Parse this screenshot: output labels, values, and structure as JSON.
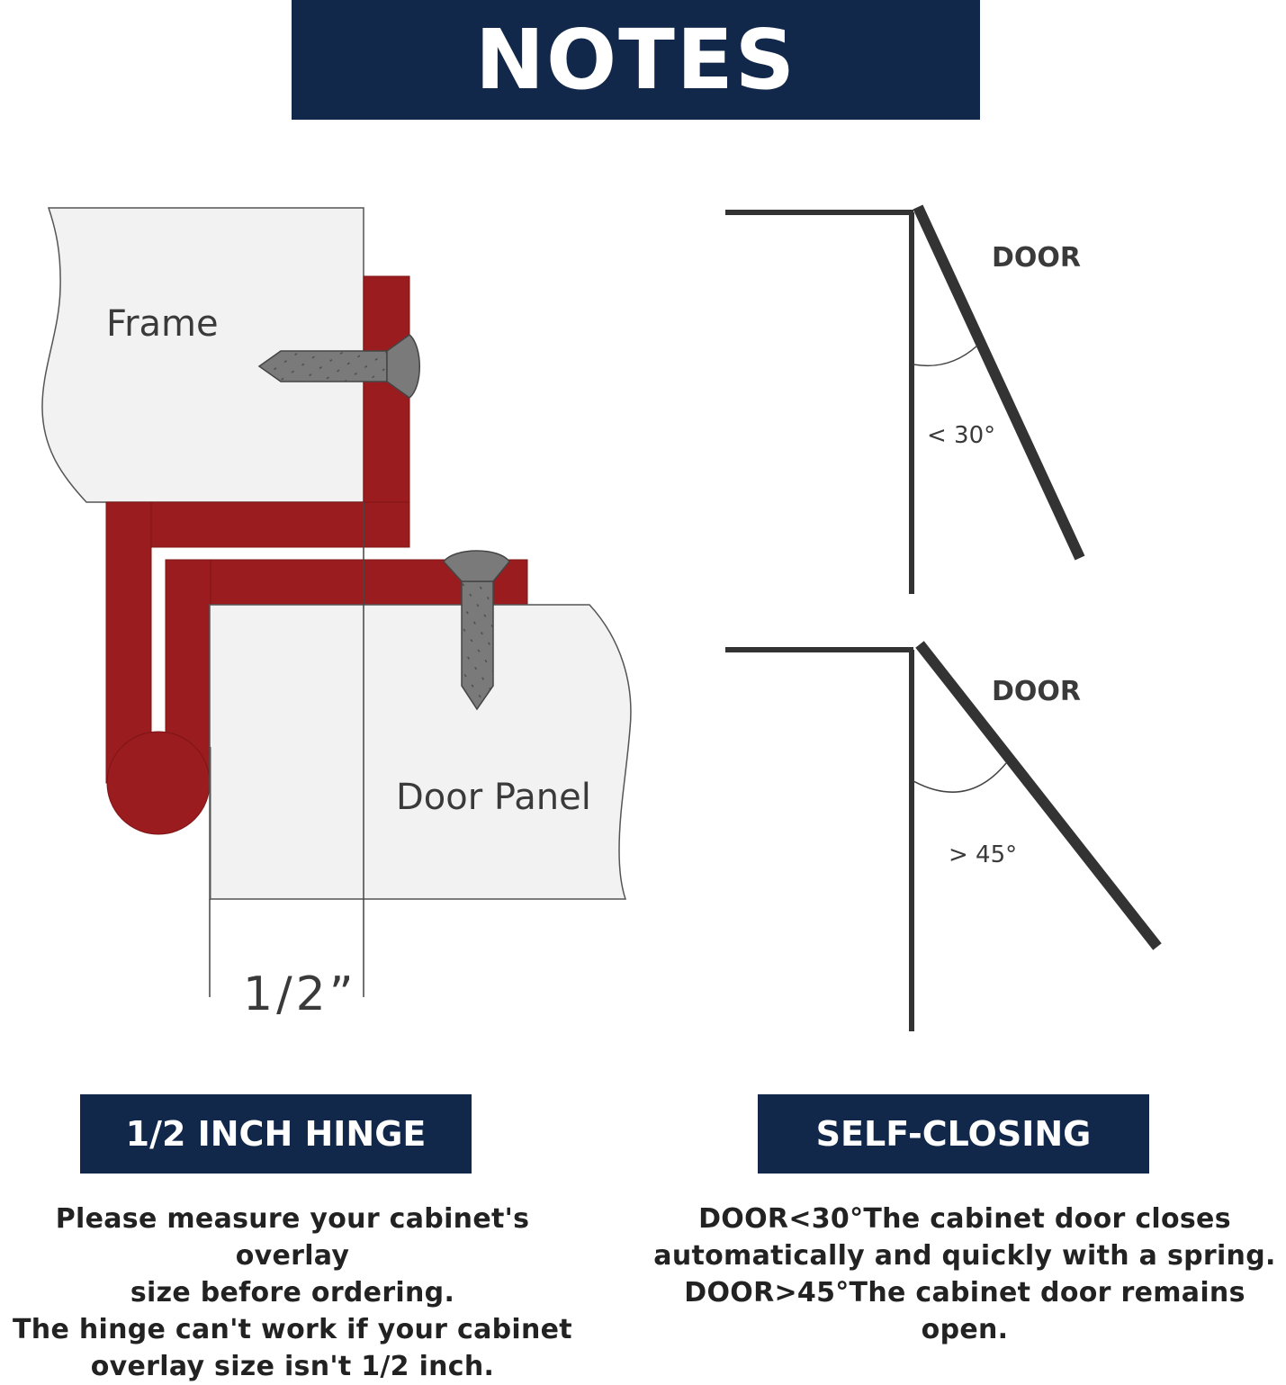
{
  "title": "NOTES",
  "hinge": {
    "heading": "1/2 INCH HINGE",
    "frame_label": "Frame",
    "door_panel_label": "Door Panel",
    "measure_label": "1/2”",
    "description": [
      "Please measure your cabinet's overlay",
      "size before ordering.",
      "The hinge can't work if your cabinet",
      "overlay size isn't 1/2 inch."
    ]
  },
  "self_closing": {
    "heading": "SELF-CLOSING",
    "top_door_label": "DOOR",
    "top_angle_label": "< 30°",
    "bottom_door_label": "DOOR",
    "bottom_angle_label": "> 45°",
    "description": [
      "DOOR<30°The cabinet door closes",
      "automatically and quickly with a spring.",
      "DOOR>45°The cabinet door remains open."
    ]
  },
  "colors": {
    "banner": "#12284a",
    "hinge": "#9b1c1f",
    "panel": "#f2f2f2",
    "screw": "#7a7a7a",
    "door_line": "#333333"
  }
}
